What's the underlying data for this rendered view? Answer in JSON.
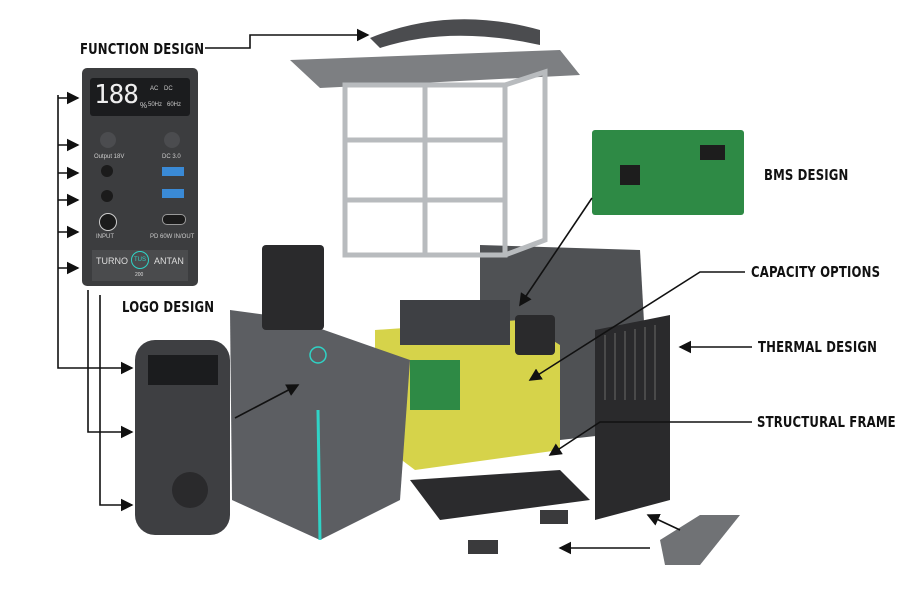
{
  "labels": {
    "function_design": "FUNCTION DESIGN",
    "logo_design": "LOGO DESIGN",
    "bms_design": "BMS DESIGN",
    "capacity_options": "CAPACITY OPTIONS",
    "thermal_design": "THERMAL DESIGN",
    "structural_frame": "STRUCTURAL FRAME"
  },
  "panel": {
    "display_value": "188",
    "percent": "%",
    "ac": "AC",
    "dc": "DC",
    "hz50": "50Hz",
    "hz60": "60Hz",
    "output_label": "Output 18V",
    "usb_label": "DC 3.0",
    "input_label": "INPUT",
    "pd_label": "PD 60W IN/OUT",
    "logo_left": "TURNO",
    "logo_center": "TUS",
    "logo_right": "ANTAN",
    "logo_sub": "200"
  },
  "colors": {
    "accent": "#2fd3c6",
    "battery": "#d9d64a",
    "pcb": "#2e8a45",
    "body": "#5c5e62"
  }
}
